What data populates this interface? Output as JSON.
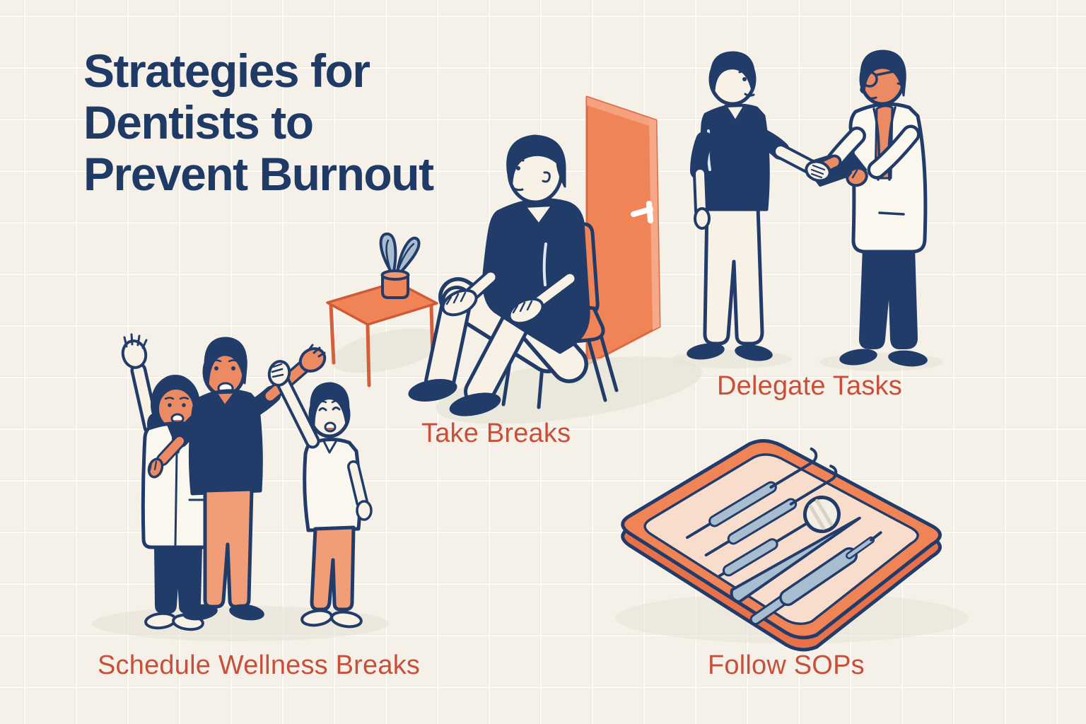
{
  "title": "Strategies for\nDentists to\nPrevent Burnout",
  "scenes": [
    {
      "id": "take-breaks",
      "label": "Take Breaks",
      "description": "Dental professional in navy scrubs sitting on an orange chair beside a side table with a potted plant, next to an orange door"
    },
    {
      "id": "delegate-tasks",
      "label": "Delegate Tasks",
      "description": "Dentist in a white coat holding a clipboard while shaking hands with a team member in navy scrubs"
    },
    {
      "id": "schedule-wellness-breaks",
      "label": "Schedule Wellness Breaks",
      "description": "Three smiling dental team members standing together waving with raised hands"
    },
    {
      "id": "follow-sops",
      "label": "Follow SOPs",
      "description": "Orange tray holding sterilized dental instruments: two scalers, a mouth mirror, tweezers and a handpiece"
    }
  ],
  "colors": {
    "background": "#f5f1e8",
    "navy": "#223c6a",
    "orange": "#f08456",
    "salmon": "#f09d78",
    "skin_light": "#f7f2e5",
    "skin_tan": "#ec8a63",
    "steel_blue": "#a9bdd1",
    "tray_inner": "#f8ddcd",
    "coat_white": "#faf7ef",
    "label_accent": "#c8503a",
    "title_navy": "#203a66",
    "shadow": "#e6e2d6"
  }
}
